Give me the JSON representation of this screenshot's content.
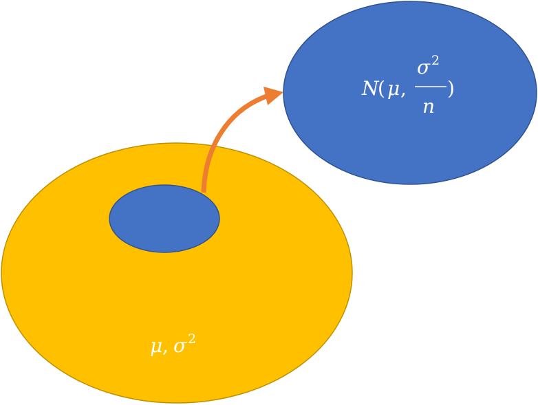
{
  "population": {
    "mu": "μ",
    "comma": ",",
    "sigma": "σ",
    "exponent": "2"
  },
  "sample_distribution": {
    "N": "N",
    "open_paren": "(",
    "mu": "μ",
    "comma": ",",
    "numerator_sigma": "σ",
    "numerator_exponent": "2",
    "denominator": "n",
    "close_paren": ")"
  },
  "colors": {
    "population_fill": "#FFC000",
    "population_stroke": "#BF9000",
    "sample_fill": "#4472C4",
    "sample_stroke": "#2F528F",
    "arrow": "#ED7D31",
    "text": "#FFFFFF"
  }
}
